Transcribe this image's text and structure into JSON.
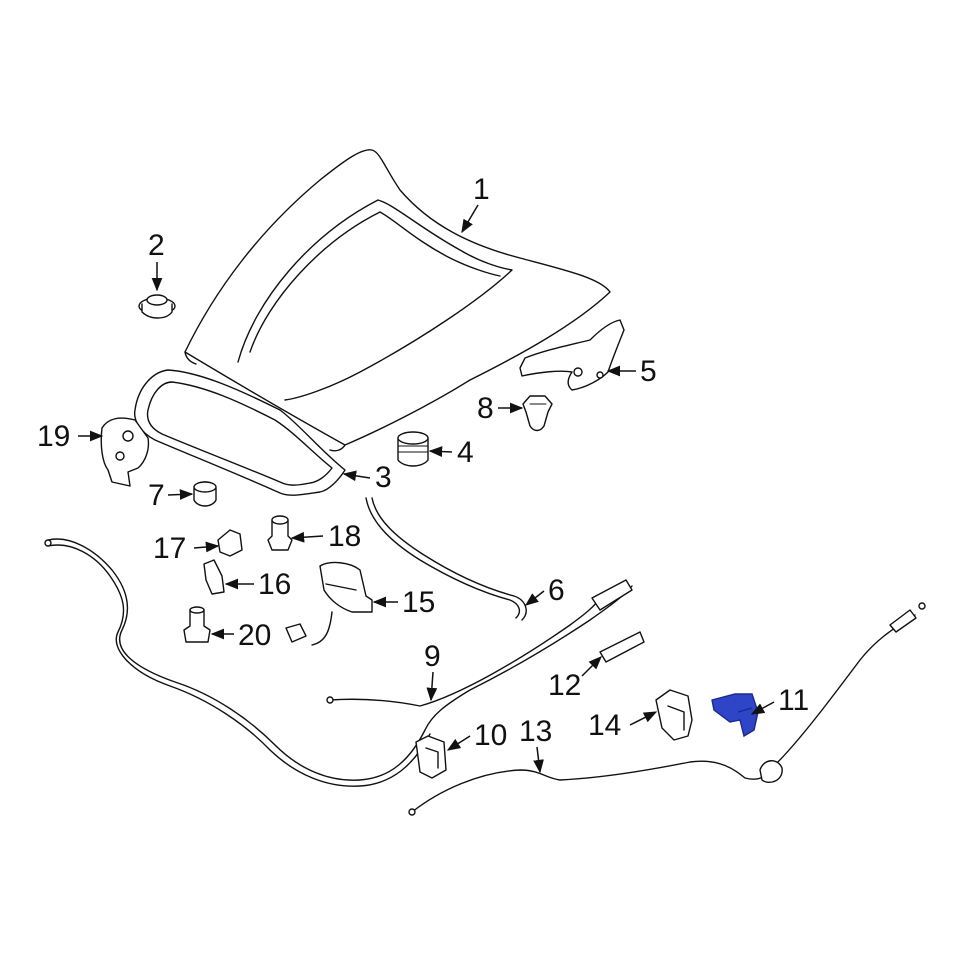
{
  "diagram": {
    "highlight_color": "#2f45c8",
    "line_color": "#111111",
    "background": "#ffffff",
    "callouts": {
      "c1": "1",
      "c2": "2",
      "c3": "3",
      "c4": "4",
      "c5": "5",
      "c6": "6",
      "c7": "7",
      "c8": "8",
      "c9": "9",
      "c10": "10",
      "c11": "11",
      "c12": "12",
      "c13": "13",
      "c14": "14",
      "c15": "15",
      "c16": "16",
      "c17": "17",
      "c18": "18",
      "c19": "19",
      "c20": "20"
    }
  }
}
